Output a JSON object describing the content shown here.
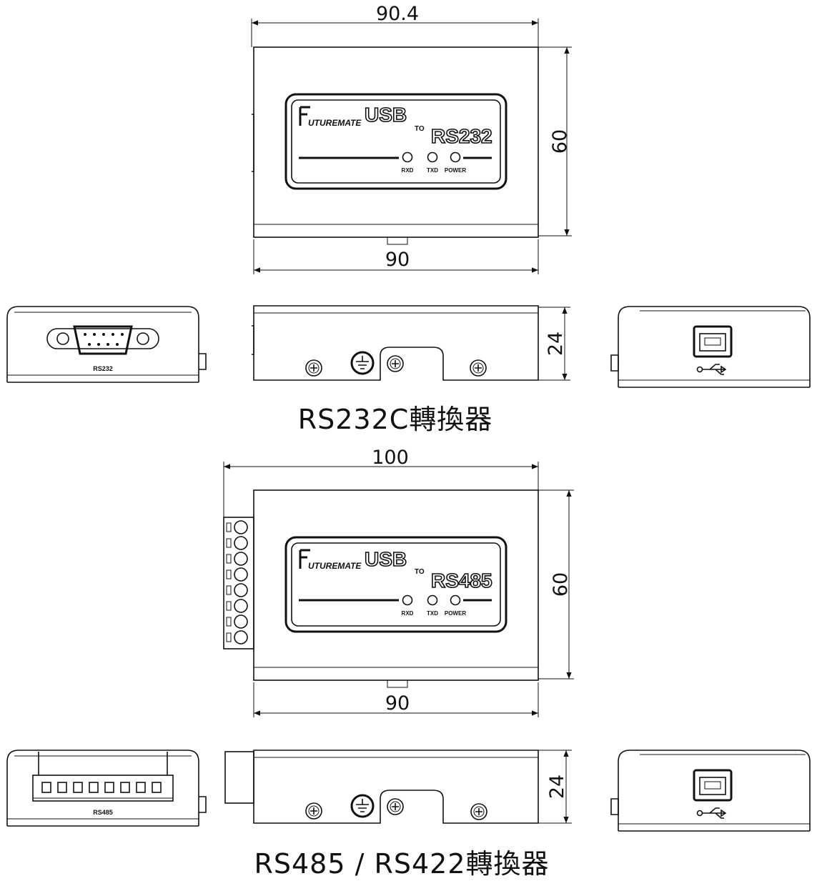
{
  "rs232": {
    "dim_top": "90.4",
    "dim_height": "60",
    "dim_bottom": "90",
    "dim_depth": "24",
    "brand": "UTUREMATE",
    "usb": "USB",
    "to": "TO",
    "model": "RS232",
    "leds": [
      "RXD",
      "TXD",
      "POWER"
    ],
    "port_label": "RS232",
    "caption": "RS232C轉換器"
  },
  "rs485": {
    "dim_top": "100",
    "dim_height": "60",
    "dim_bottom": "90",
    "dim_depth": "24",
    "brand": "UTUREMATE",
    "usb": "USB",
    "to": "TO",
    "model": "RS485",
    "leds": [
      "RXD",
      "TXD",
      "POWER"
    ],
    "port_label": "RS485",
    "caption": "RS485 / RS422轉換器"
  }
}
